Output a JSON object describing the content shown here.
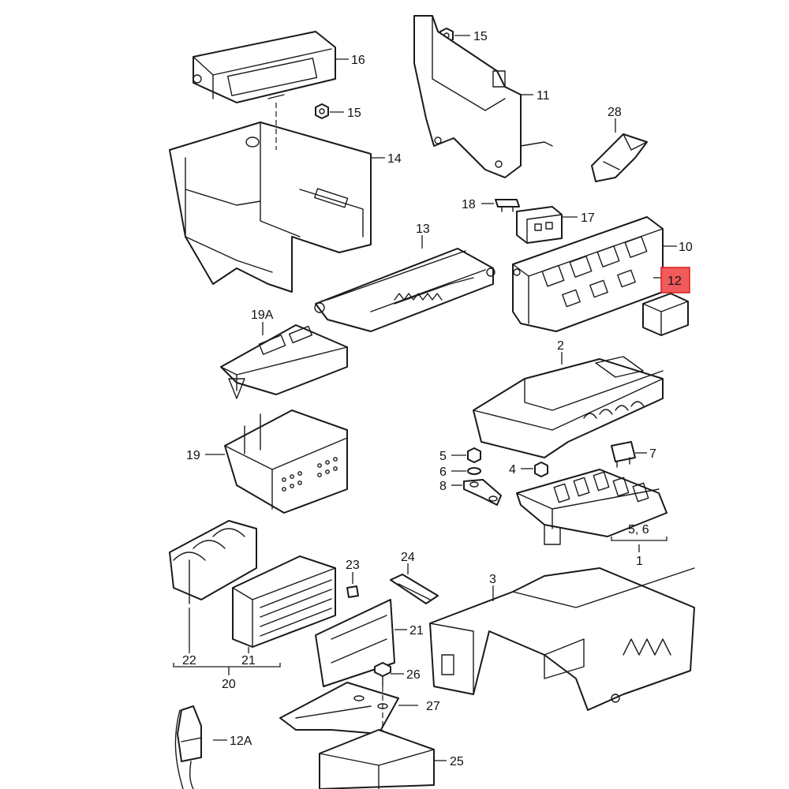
{
  "diagram": {
    "highlight_color": "#f05a5a",
    "labels": {
      "p16": "16",
      "p15a": "15",
      "p15b": "15",
      "p14": "14",
      "p11": "11",
      "p28": "28",
      "p18": "18",
      "p17": "17",
      "p13": "13",
      "p10": "10",
      "p12": "12",
      "p19a": "19A",
      "p19": "19",
      "p2": "2",
      "p5": "5",
      "p6": "6",
      "p8": "8",
      "p4": "4",
      "p7": "7",
      "p56": "5, 6",
      "p1": "1",
      "p24": "24",
      "p23": "23",
      "p3": "3",
      "p21a": "21",
      "p22": "22",
      "p21b": "21",
      "p20": "20",
      "p26": "26",
      "p27": "27",
      "p12a": "12A",
      "p25": "25"
    }
  }
}
